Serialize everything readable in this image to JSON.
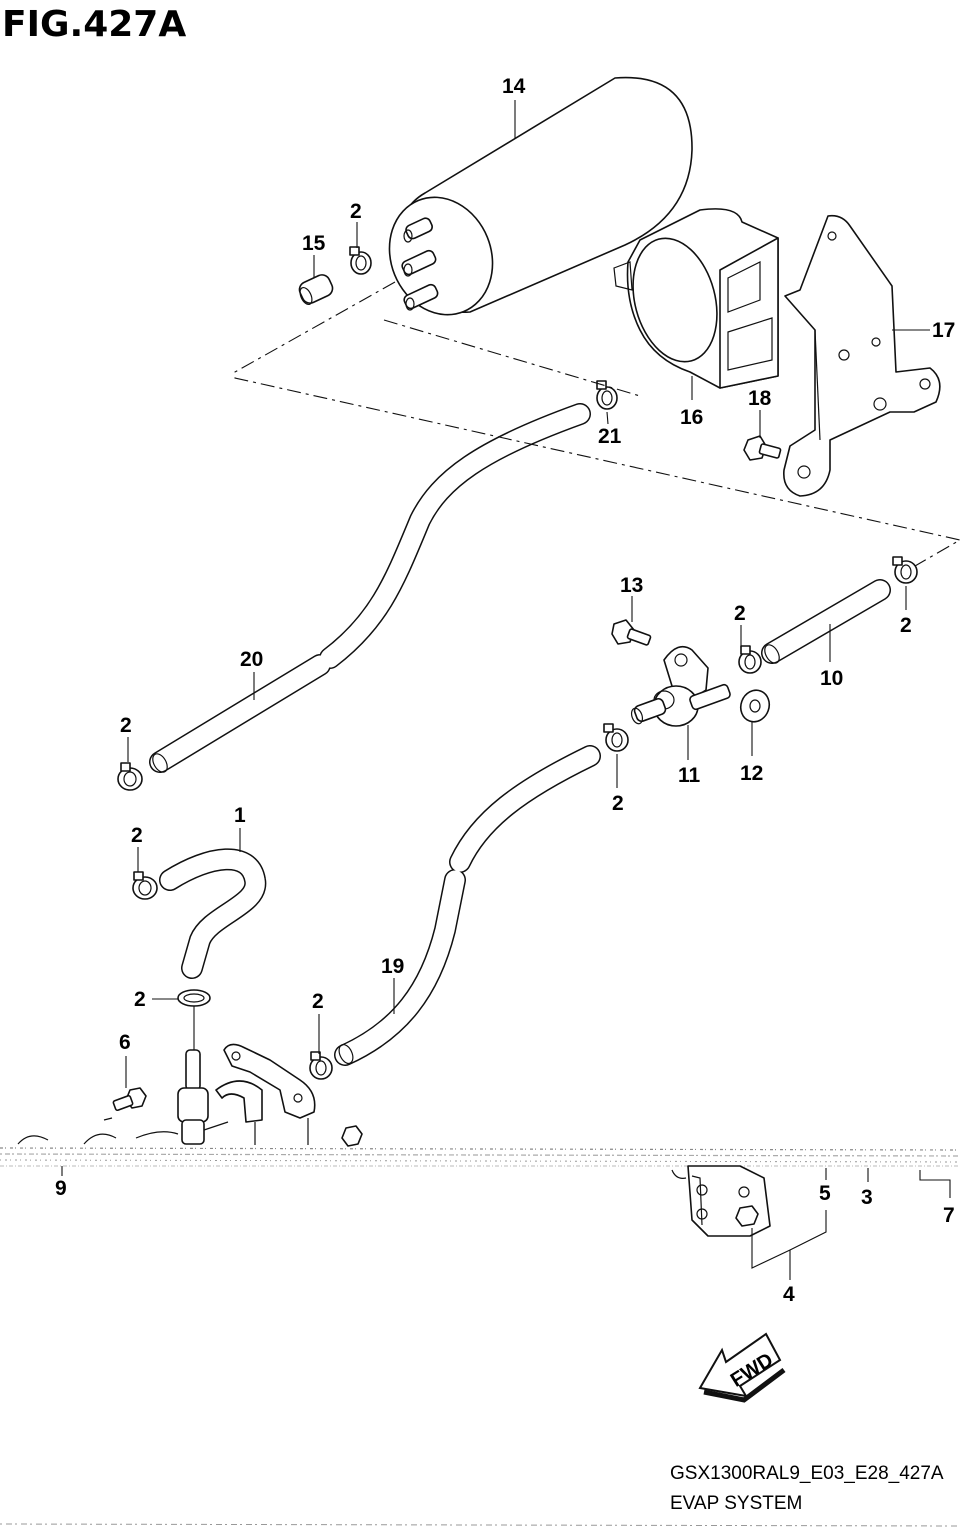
{
  "figure": {
    "title": "FIG.427A",
    "model_code": "GSX1300RAL9_E03_E28_427A",
    "system_name": "EVAP SYSTEM",
    "direction_label": "FWD"
  },
  "callouts": [
    {
      "id": "c14",
      "text": "14",
      "part": "canister"
    },
    {
      "id": "c2a",
      "text": "2",
      "part": "clamp"
    },
    {
      "id": "c15",
      "text": "15",
      "part": "cap"
    },
    {
      "id": "c21",
      "text": "21",
      "part": "clamp"
    },
    {
      "id": "c16",
      "text": "16",
      "part": "canister-holder"
    },
    {
      "id": "c18",
      "text": "18",
      "part": "bolt"
    },
    {
      "id": "c17",
      "text": "17",
      "part": "bracket"
    },
    {
      "id": "c13",
      "text": "13",
      "part": "bolt"
    },
    {
      "id": "c2b",
      "text": "2",
      "part": "clamp"
    },
    {
      "id": "c2c",
      "text": "2",
      "part": "clamp"
    },
    {
      "id": "c10",
      "text": "10",
      "part": "hose"
    },
    {
      "id": "c20",
      "text": "20",
      "part": "hose"
    },
    {
      "id": "c2d",
      "text": "2",
      "part": "clamp"
    },
    {
      "id": "c11",
      "text": "11",
      "part": "purge-valve"
    },
    {
      "id": "c12",
      "text": "12",
      "part": "washer"
    },
    {
      "id": "c2e",
      "text": "2",
      "part": "clamp"
    },
    {
      "id": "c1",
      "text": "1",
      "part": "hose"
    },
    {
      "id": "c2f",
      "text": "2",
      "part": "clamp"
    },
    {
      "id": "c19",
      "text": "19",
      "part": "hose"
    },
    {
      "id": "c2g",
      "text": "2",
      "part": "clamp"
    },
    {
      "id": "c2h",
      "text": "2",
      "part": "clamp"
    },
    {
      "id": "c6",
      "text": "6",
      "part": "bolt"
    },
    {
      "id": "c9",
      "text": "9",
      "part": "fitting"
    },
    {
      "id": "c5",
      "text": "5",
      "part": "bracket"
    },
    {
      "id": "c3",
      "text": "3",
      "part": "part"
    },
    {
      "id": "c7",
      "text": "7",
      "part": "part"
    },
    {
      "id": "c4",
      "text": "4",
      "part": "bracket-set"
    }
  ]
}
